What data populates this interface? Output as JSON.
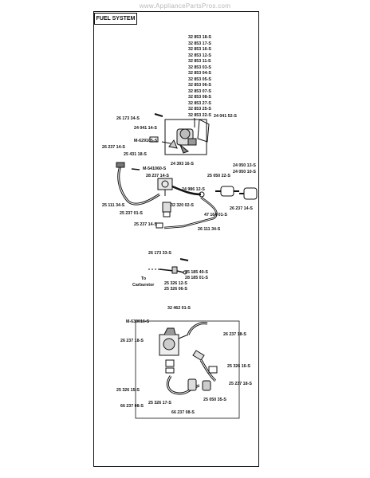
{
  "watermark": "www.AppliancePartsPros.com",
  "section_title": "FUEL SYSTEM",
  "carburetor_parts": [
    "32 853 18-S",
    "32 853 17-S",
    "32 853 16-S",
    "32 853 12-S",
    "32 853 11-S",
    "32 853 03-S",
    "32 853 04-S",
    "32 853 05-S",
    "32 853 06-S",
    "32 853 07-S",
    "32 853 08-S",
    "32 853 27-S",
    "32 853 25-S",
    "32 853 22-S"
  ],
  "upper": {
    "p26173_34": "26 173 34-S",
    "p24041_14": "24 041 14-S",
    "p24041_52": "24 041 52-S",
    "pM629105": "M-629105-S",
    "p26237_14a": "26 237 14-S",
    "p25431_18": "25 431 18-S",
    "pM541060": "M-541060-S",
    "p24393_16": "24 393 16-S",
    "p25050_22": "25 050 22-S",
    "p24050_13": "24 050 13-S",
    "p24050_10": "24 050 10-S",
    "p28237_14": "28 237 14-S",
    "p24986_12": "24 986 12-S",
    "p32320_02": "32 320 02-S",
    "p25111_34a": "25 111 34-S",
    "p47164_01": "47 164 01-S",
    "p26237_14b": "26 237 14-S",
    "p25237_01": "25 237 01-S",
    "p25237_14c": "25 237 14-S",
    "p26111_34b": "26 111 34-S"
  },
  "middle": {
    "p26173_33": "26 173 33-S",
    "p25185_40": "25 185 40-S",
    "p28185_01": "28 185 01-S",
    "p25326_12": "25 326 12-S",
    "p25326_06": "25 326 06-S",
    "to_label": "To",
    "carb_label": "Carburetor"
  },
  "lower": {
    "p32462_01": "32 462 01-S",
    "pM639016": "M-639016-S",
    "p26237_18a": "26 237 18-S",
    "p26237_18b": "26 237 18-S",
    "p25326_16": "25 326 16-S",
    "p25237_18": "25 237 18-S",
    "p25326_15": "25 326 15-S",
    "p25050_35": "25 050 35-S",
    "p25326_17": "25 326 17-S",
    "p66237_08a": "66 237 08-S",
    "p66237_08b": "66 237 08-S"
  }
}
